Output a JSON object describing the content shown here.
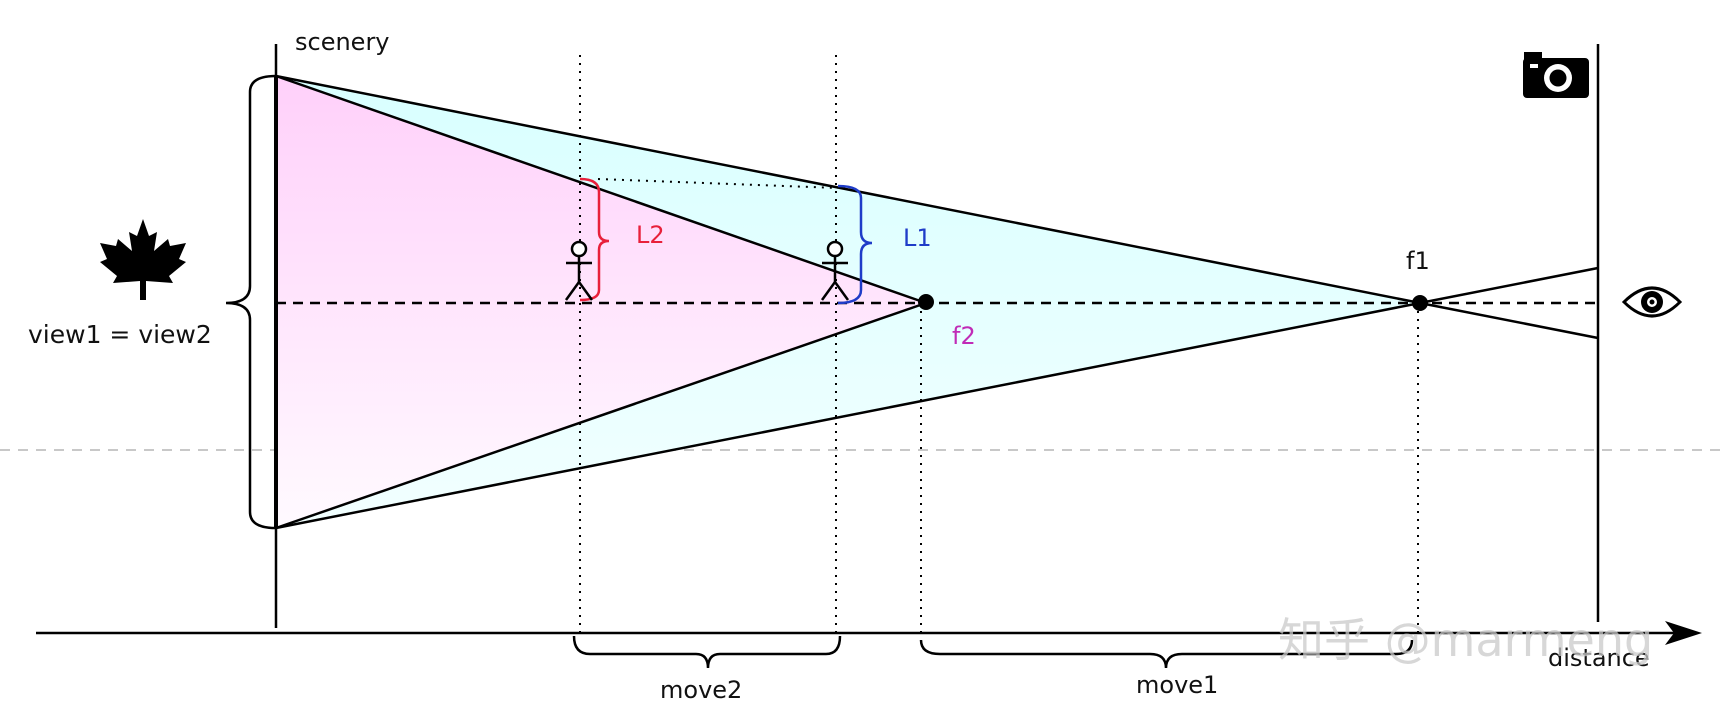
{
  "labels": {
    "scenery": "scenery",
    "view": "view1 = view2",
    "L2": "L2",
    "L1": "L1",
    "f1": "f1",
    "f2": "f2",
    "move2": "move2",
    "move1": "move1",
    "distance": "distance"
  },
  "watermark": "知乎 @marmeng",
  "icons": {
    "tree": "maple-leaf-icon",
    "camera": "camera-icon",
    "eye": "eye-icon",
    "person": "stick-figure-icon"
  },
  "colors": {
    "view1_fill": "#e6ffff",
    "view2_fill": "#ffd6fb",
    "L2": "#e8203a",
    "L1": "#1f3cc8",
    "f2": "#c02bb7",
    "line": "#000000"
  }
}
